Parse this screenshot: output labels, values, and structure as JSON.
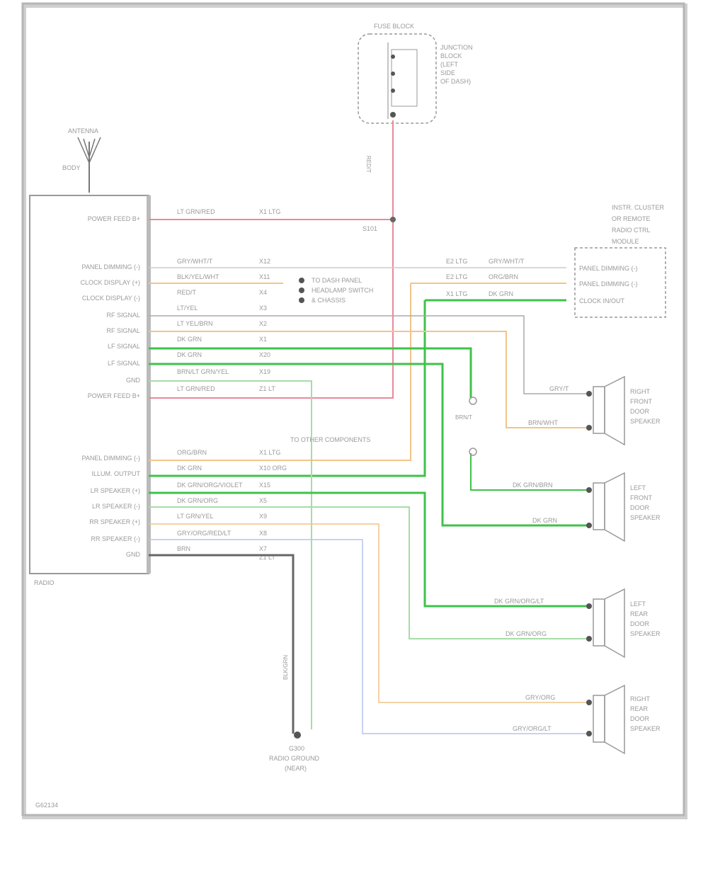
{
  "diagram": {
    "colors": {
      "frame": "#b0b0b0",
      "outline": "#999999",
      "pink": "#e88a9a",
      "green": "#3fc24a",
      "orange": "#f2c489",
      "gray_wire": "#aaaaaa",
      "dark_wire": "#666666",
      "blue_wire": "#b7c4ec",
      "yellow_wire": "#e6da9a",
      "lightgreen_wire": "#a6dca6"
    },
    "antenna": {
      "label": "ANTENNA",
      "sublabel": "BODY"
    },
    "fuse_block": {
      "title": "FUSE BLOCK",
      "label_lines": [
        "JUNCTION",
        "BLOCK",
        "(LEFT",
        "SIDE",
        "OF DASH)"
      ]
    },
    "splice_label": "S101",
    "radio": {
      "label": "RADIO",
      "pins": [
        "POWER FEED B+",
        "PANEL DIMMING (-)",
        "CLOCK DISPLAY (+)",
        "CLOCK DISPLAY (-)",
        "RF SIGNAL",
        "RF SIGNAL",
        "LF SIGNAL",
        "LF SIGNAL",
        "GND",
        "POWER FEED B+",
        "",
        "",
        "PANEL DIMMING (-)",
        "ILLUM. OUTPUT",
        "LR SPEAKER (+)",
        "LR SPEAKER (-)",
        "RR SPEAKER (+)",
        "RR SPEAKER (-)",
        "GND"
      ],
      "wire_colors": [
        "LT GRN/RED",
        "",
        "GRY/WHT/T",
        "BLK/YEL/WHT",
        "RED/T",
        "LT/YEL",
        "LT YEL/BRN",
        "DK GRN",
        "DK GRN",
        "BRN/LT GRN/YEL",
        "LT GRN/RED",
        "ORG/BRN",
        "DK GRN",
        "DK GRN/ORG/VIOLET",
        "DK GRN/ORG",
        "LT GRN/YEL",
        "GRY/ORG/RED/LT",
        "BRN"
      ],
      "circuits": [
        "X1 LTG",
        "X12",
        "X11",
        "X4",
        "X3",
        "X2",
        "X1",
        "X20",
        "X19",
        "Z1 LT",
        "X1 LTG",
        "X10 ORG",
        "X15",
        "X5",
        "X9",
        "X8",
        "X7",
        "Z1 LT"
      ]
    },
    "legend": [
      "TO DASH PANEL",
      "HEADLAMP SWITCH",
      "& CHASSIS"
    ],
    "legend_bus": "TO OTHER COMPONENTS",
    "illum_module": {
      "title_lines": [
        "INSTR. CLUSTER",
        "OR REMOTE",
        "RADIO CTRL",
        "MODULE"
      ],
      "pins": [
        "PANEL DIMMING (-)",
        "PANEL DIMMING (-)",
        "CLOCK IN/OUT"
      ],
      "circuits": [
        "E2 LTG",
        "E2 LTG",
        "X1 LTG"
      ],
      "wire_colors": [
        "GRY/WHT/T",
        "ORG/BRN",
        "DK GRN"
      ]
    },
    "right_front_speaker": {
      "label_lines": [
        "RIGHT",
        "FRONT",
        "DOOR",
        "SPEAKER"
      ],
      "wires": [
        "GRY/T",
        "BRN/WHT"
      ]
    },
    "left_front_speaker": {
      "label_lines": [
        "LEFT",
        "FRONT",
        "DOOR",
        "SPEAKER"
      ],
      "wires": [
        "DK GRN/BRN",
        "DK GRN"
      ]
    },
    "left_rear_speaker": {
      "label_lines": [
        "LEFT",
        "REAR",
        "DOOR",
        "SPEAKER"
      ],
      "wires": [
        "DK GRN/ORG/LT",
        "DK GRN/ORG"
      ]
    },
    "right_rear_speaker": {
      "label_lines": [
        "RIGHT",
        "REAR",
        "DOOR",
        "SPEAKER"
      ],
      "wires": [
        "GRY/ORG",
        "GRY/ORG/LT"
      ]
    },
    "mid_label": "BRN/T",
    "ground": {
      "label_lines": [
        "G300",
        "RADIO GROUND",
        "(NEAR)"
      ],
      "wire_label": "BLK/GRN"
    },
    "page_code": "G62134"
  }
}
